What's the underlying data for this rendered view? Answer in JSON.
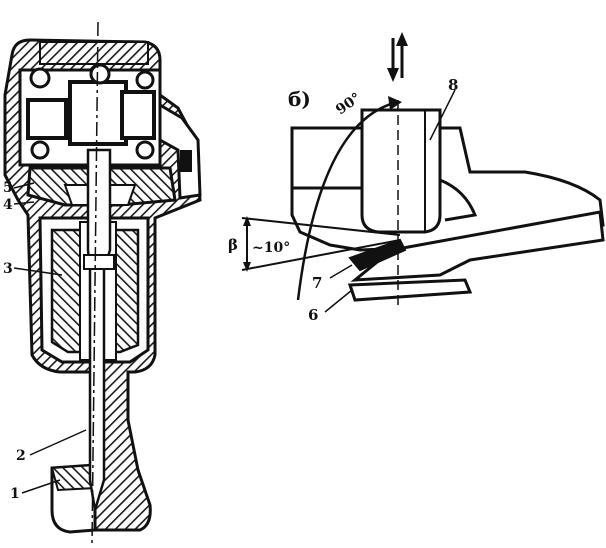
{
  "labels": {
    "part_1": "1",
    "part_2": "2",
    "part_3": "3",
    "part_4": "4",
    "part_5": "5",
    "part_6": "6",
    "part_7": "7",
    "part_8": "8",
    "view_b": "б)",
    "angle_90": "90°",
    "angle_10": "~10°",
    "beta": "β"
  },
  "colors": {
    "ink": "#111111",
    "paper": "#ffffff",
    "hatch": "#1a1a1a"
  }
}
